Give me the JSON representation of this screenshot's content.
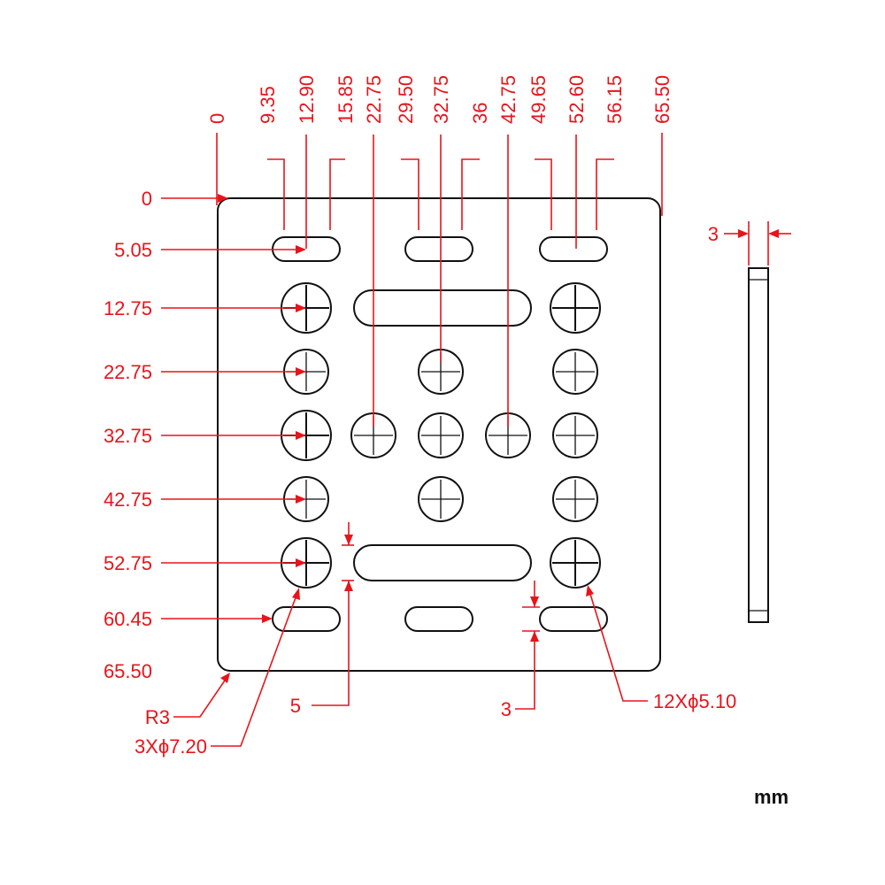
{
  "drawing": {
    "top_labels": [
      "0",
      "9.35",
      "12.90",
      "15.85",
      "22.75",
      "29.50",
      "32.75",
      "36",
      "42.75",
      "49.65",
      "52.60",
      "56.15",
      "65.50"
    ],
    "left_labels": [
      "0",
      "5.05",
      "12.75",
      "22.75",
      "32.75",
      "42.75",
      "52.75",
      "60.45",
      "65.50"
    ],
    "callouts": {
      "corner_radius": "R3",
      "large_holes": "3Xϕ7.20",
      "slot_width": "5",
      "slot_gap": "3",
      "small_holes": "12Xϕ5.10",
      "thickness": "3"
    },
    "unit": "mm"
  },
  "colors": {
    "dimension": "#e8141b",
    "outline": "#111111"
  }
}
